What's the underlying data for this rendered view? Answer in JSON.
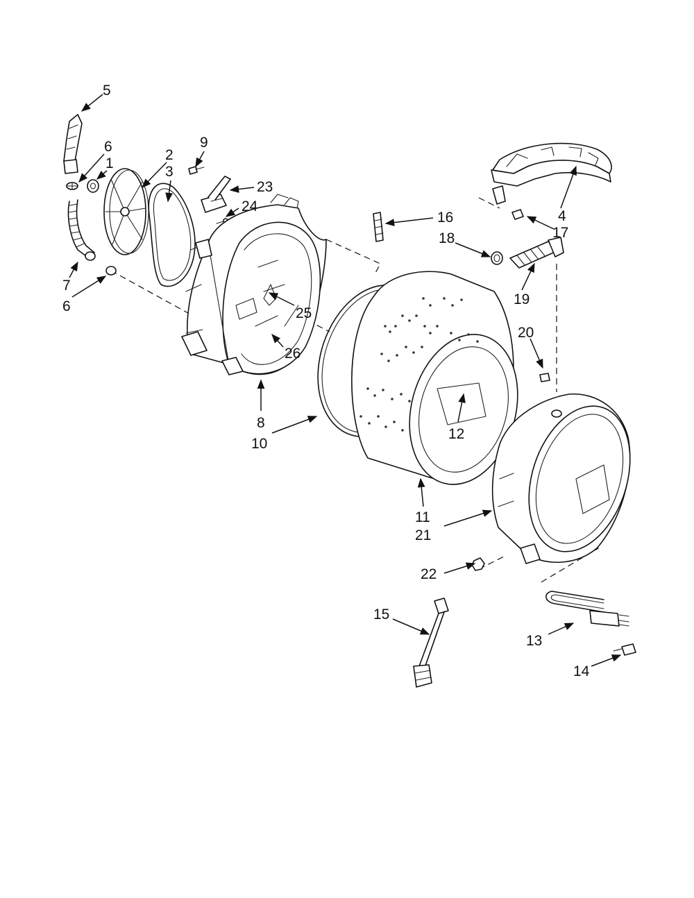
{
  "diagram": {
    "callouts": [
      {
        "id": "5",
        "text": "5"
      },
      {
        "id": "6a",
        "text": "6"
      },
      {
        "id": "1",
        "text": "1"
      },
      {
        "id": "2",
        "text": "2"
      },
      {
        "id": "3",
        "text": "3"
      },
      {
        "id": "9",
        "text": "9"
      },
      {
        "id": "23",
        "text": "23"
      },
      {
        "id": "24",
        "text": "24"
      },
      {
        "id": "16",
        "text": "16"
      },
      {
        "id": "4",
        "text": "4"
      },
      {
        "id": "17",
        "text": "17"
      },
      {
        "id": "18",
        "text": "18"
      },
      {
        "id": "19",
        "text": "19"
      },
      {
        "id": "7",
        "text": "7"
      },
      {
        "id": "6b",
        "text": "6"
      },
      {
        "id": "25",
        "text": "25"
      },
      {
        "id": "26",
        "text": "26"
      },
      {
        "id": "20",
        "text": "20"
      },
      {
        "id": "8",
        "text": "8"
      },
      {
        "id": "10",
        "text": "10"
      },
      {
        "id": "12",
        "text": "12"
      },
      {
        "id": "11",
        "text": "11"
      },
      {
        "id": "21",
        "text": "21"
      },
      {
        "id": "22",
        "text": "22"
      },
      {
        "id": "15",
        "text": "15"
      },
      {
        "id": "13",
        "text": "13"
      },
      {
        "id": "14",
        "text": "14"
      }
    ]
  }
}
